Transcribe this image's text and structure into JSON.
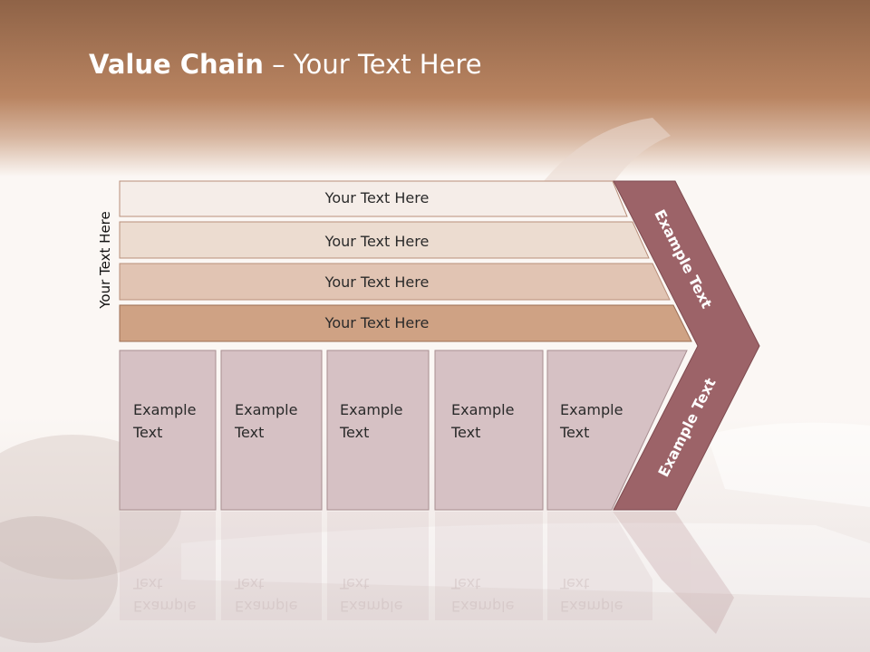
{
  "slide": {
    "title_bold": "Value Chain",
    "title_rest": " – Your Text Here",
    "side_label": "Your Text Here"
  },
  "rows": [
    {
      "label": "Your Text Here",
      "color": "#f5ede8"
    },
    {
      "label": "Your Text Here",
      "color": "#ecdcd0"
    },
    {
      "label": "Your Text Here",
      "color": "#e1c4b3"
    },
    {
      "label": "Your Text Here",
      "color": "#cfa284"
    }
  ],
  "columns": [
    {
      "line1": "Example",
      "line2": "Text"
    },
    {
      "line1": "Example",
      "line2": "Text"
    },
    {
      "line1": "Example",
      "line2": "Text"
    },
    {
      "line1": "Example",
      "line2": "Text"
    },
    {
      "line1": "Example",
      "line2": "Text"
    }
  ],
  "chevron": {
    "upper_label": "Example Text",
    "lower_label": "Example Text",
    "color": "#9c6368"
  },
  "colors": {
    "header_band": "#b07c58",
    "column_fill": "#d6c1c4"
  }
}
